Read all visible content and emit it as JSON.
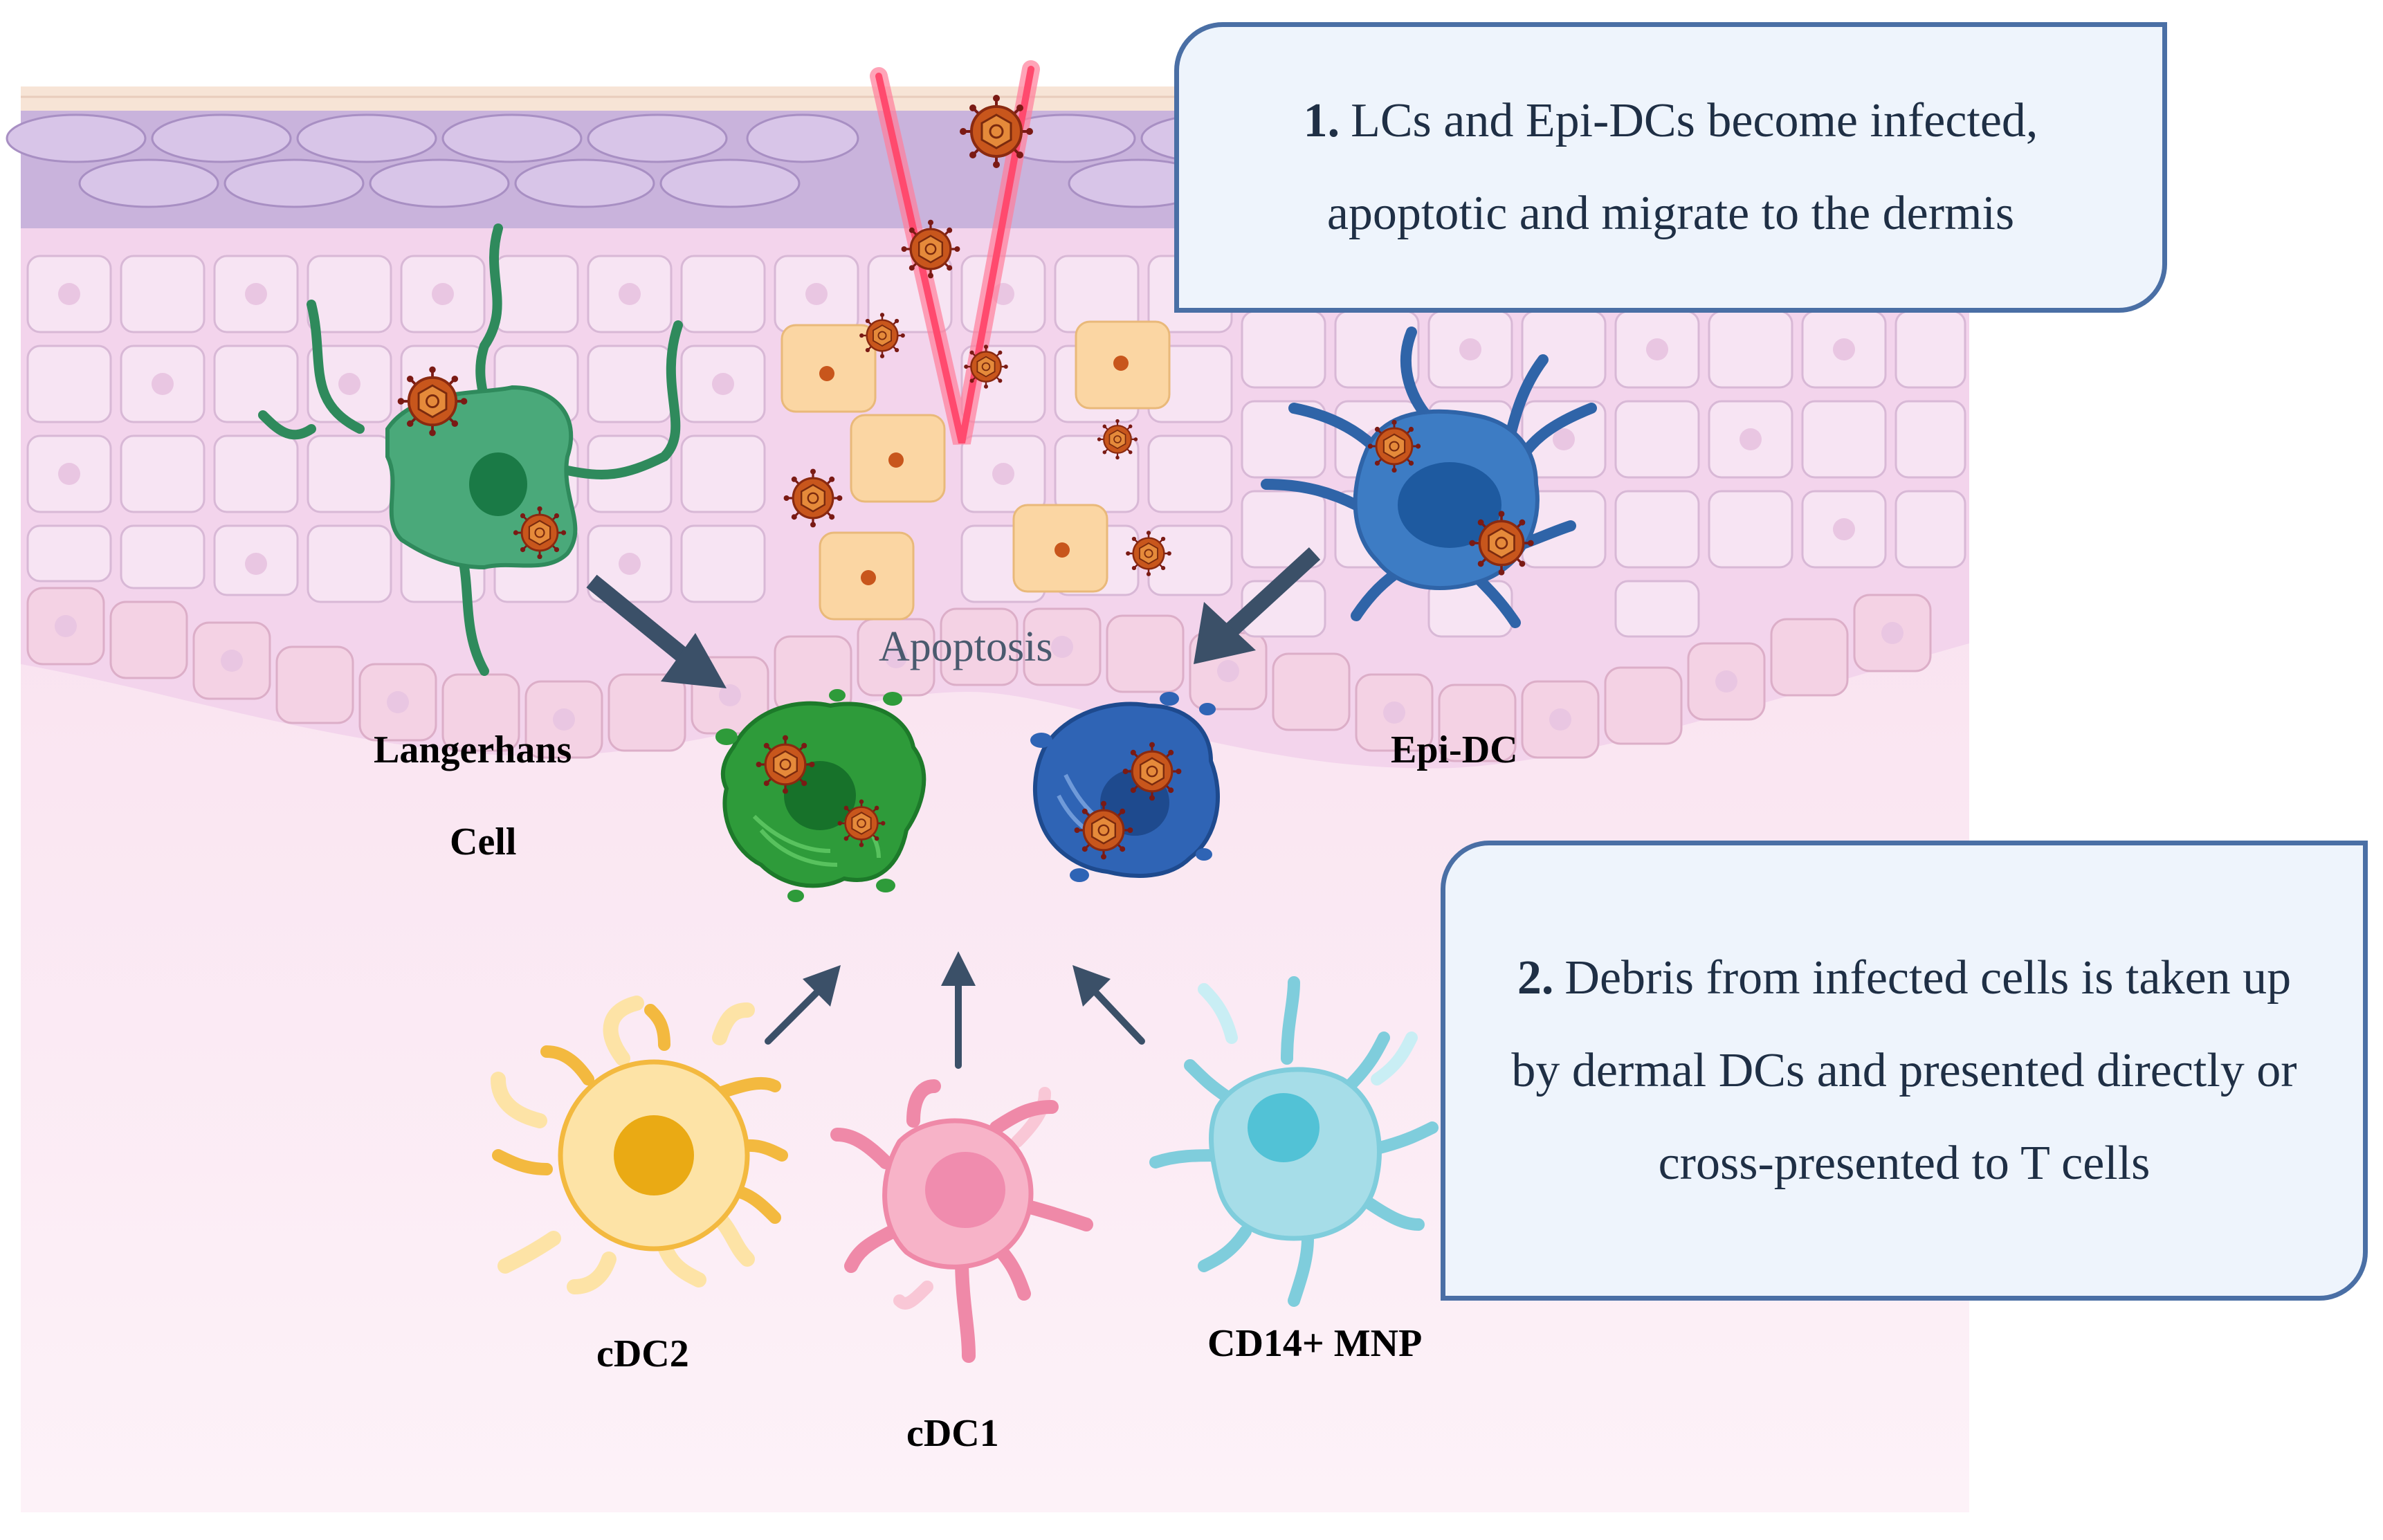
{
  "callouts": [
    {
      "number": "1.",
      "text": "LCs and Epi-DCs become infected, apoptotic and migrate to the dermis"
    },
    {
      "number": "2.",
      "text": "Debris from infected cells is taken up by dermal DCs and presented directly or cross-presented to T cells"
    }
  ],
  "labels": {
    "langerhans_line1": "Langerhans",
    "langerhans_line2": "Cell",
    "epi_dc": "Epi-DC",
    "apoptosis": "Apoptosis",
    "cdc2": "cDC2",
    "cdc1": "cDC1",
    "cd14": "CD14+ MNP"
  },
  "colors": {
    "langerhans": "#4aa97a",
    "epi_dc": "#3d7cc4",
    "apoptotic_lc": "#2e9b3a",
    "apoptotic_epi": "#2f64b5",
    "cdc2": "#f6cf6b",
    "cdc1": "#f4a3bd",
    "cd14": "#a6dde8",
    "virus": "#c8561c",
    "arrow": "#3b5068",
    "callout_border": "#4a6fa5",
    "callout_fill": "#eef4fc"
  }
}
